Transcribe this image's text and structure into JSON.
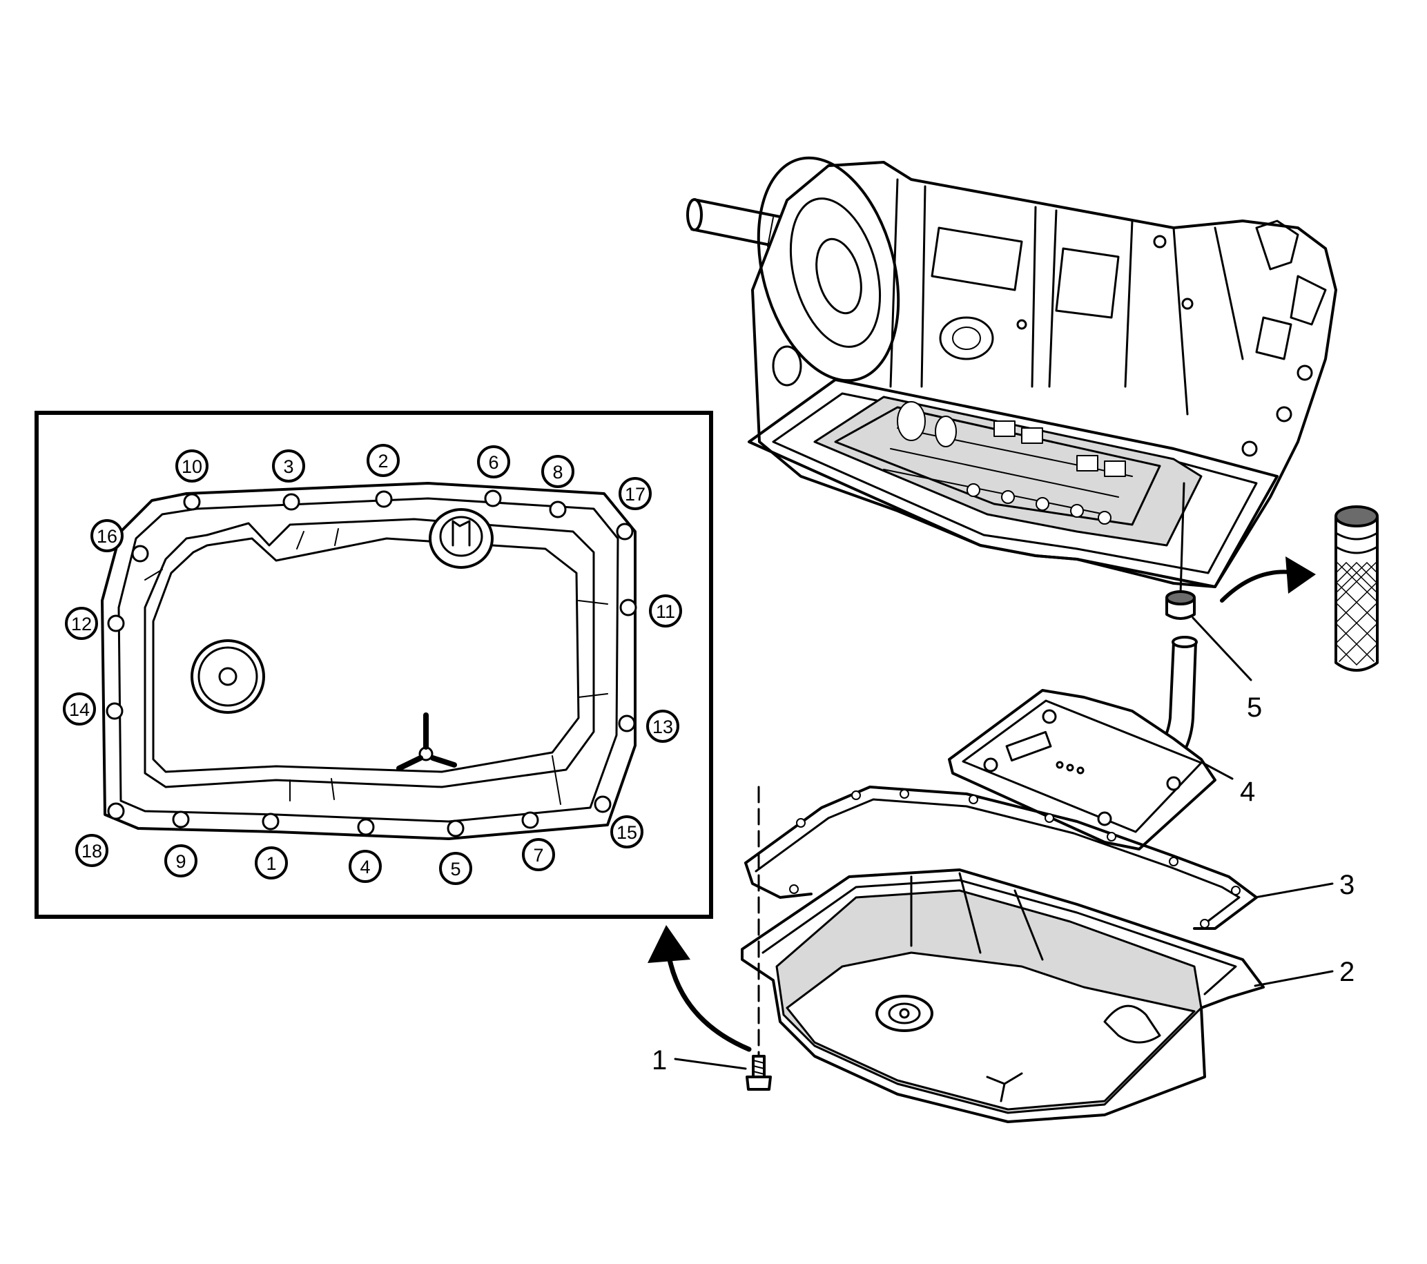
{
  "callouts": {
    "c1": "1",
    "c2": "2",
    "c3": "3",
    "c4": "4",
    "c5": "5"
  },
  "inset": {
    "bolt_sequence": [
      "10",
      "3",
      "2",
      "6",
      "8",
      "17",
      "16",
      "11",
      "12",
      "14",
      "13",
      "18",
      "9",
      "1",
      "4",
      "5",
      "7",
      "15"
    ]
  },
  "colors": {
    "line": "#000000",
    "shade": "#d9d9d9",
    "background": "#ffffff"
  }
}
